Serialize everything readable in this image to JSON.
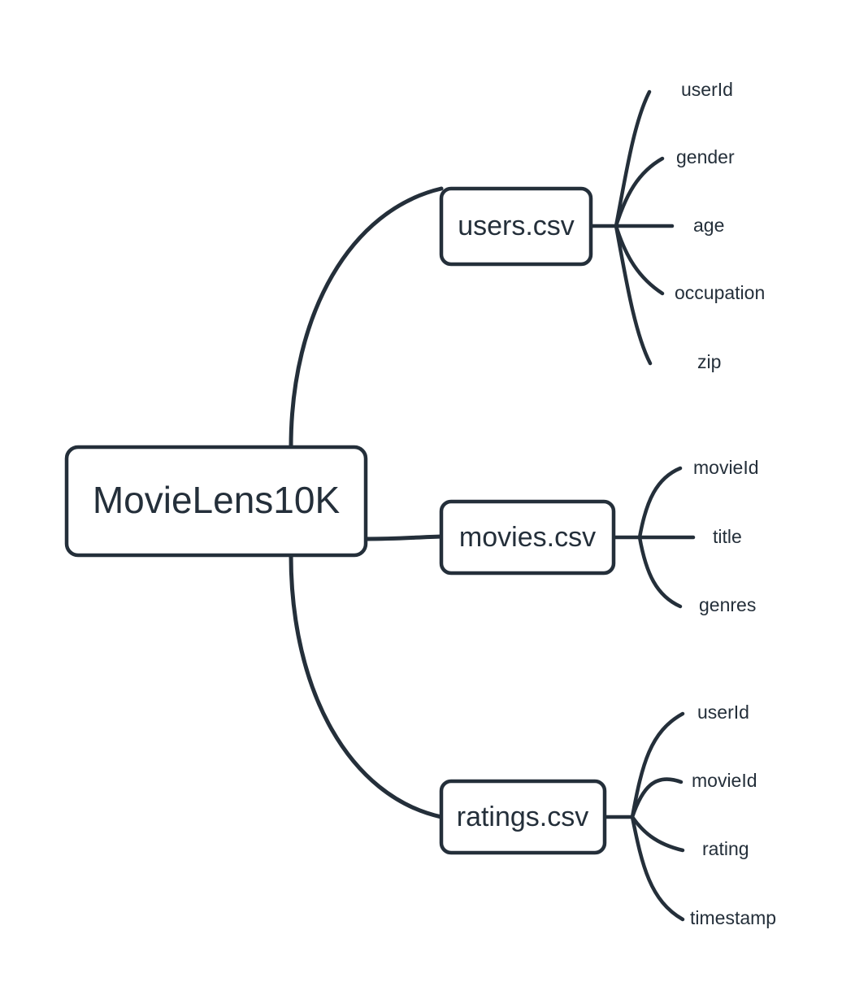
{
  "diagram": {
    "type": "mindmap",
    "background_color": "#ffffff",
    "stroke_color": "#242f3a",
    "node_fill_color": "#ffffff",
    "text_color": "#242f3a",
    "root": {
      "label": "MovieLens10K"
    },
    "branches": [
      {
        "label": "users.csv",
        "leaves": [
          {
            "label": "userId"
          },
          {
            "label": "gender"
          },
          {
            "label": "age"
          },
          {
            "label": "occupation"
          },
          {
            "label": "zip"
          }
        ]
      },
      {
        "label": "movies.csv",
        "leaves": [
          {
            "label": "movieId"
          },
          {
            "label": "title"
          },
          {
            "label": "genres"
          }
        ]
      },
      {
        "label": "ratings.csv",
        "leaves": [
          {
            "label": "userId"
          },
          {
            "label": "movieId"
          },
          {
            "label": "rating"
          },
          {
            "label": "timestamp"
          }
        ]
      }
    ]
  }
}
